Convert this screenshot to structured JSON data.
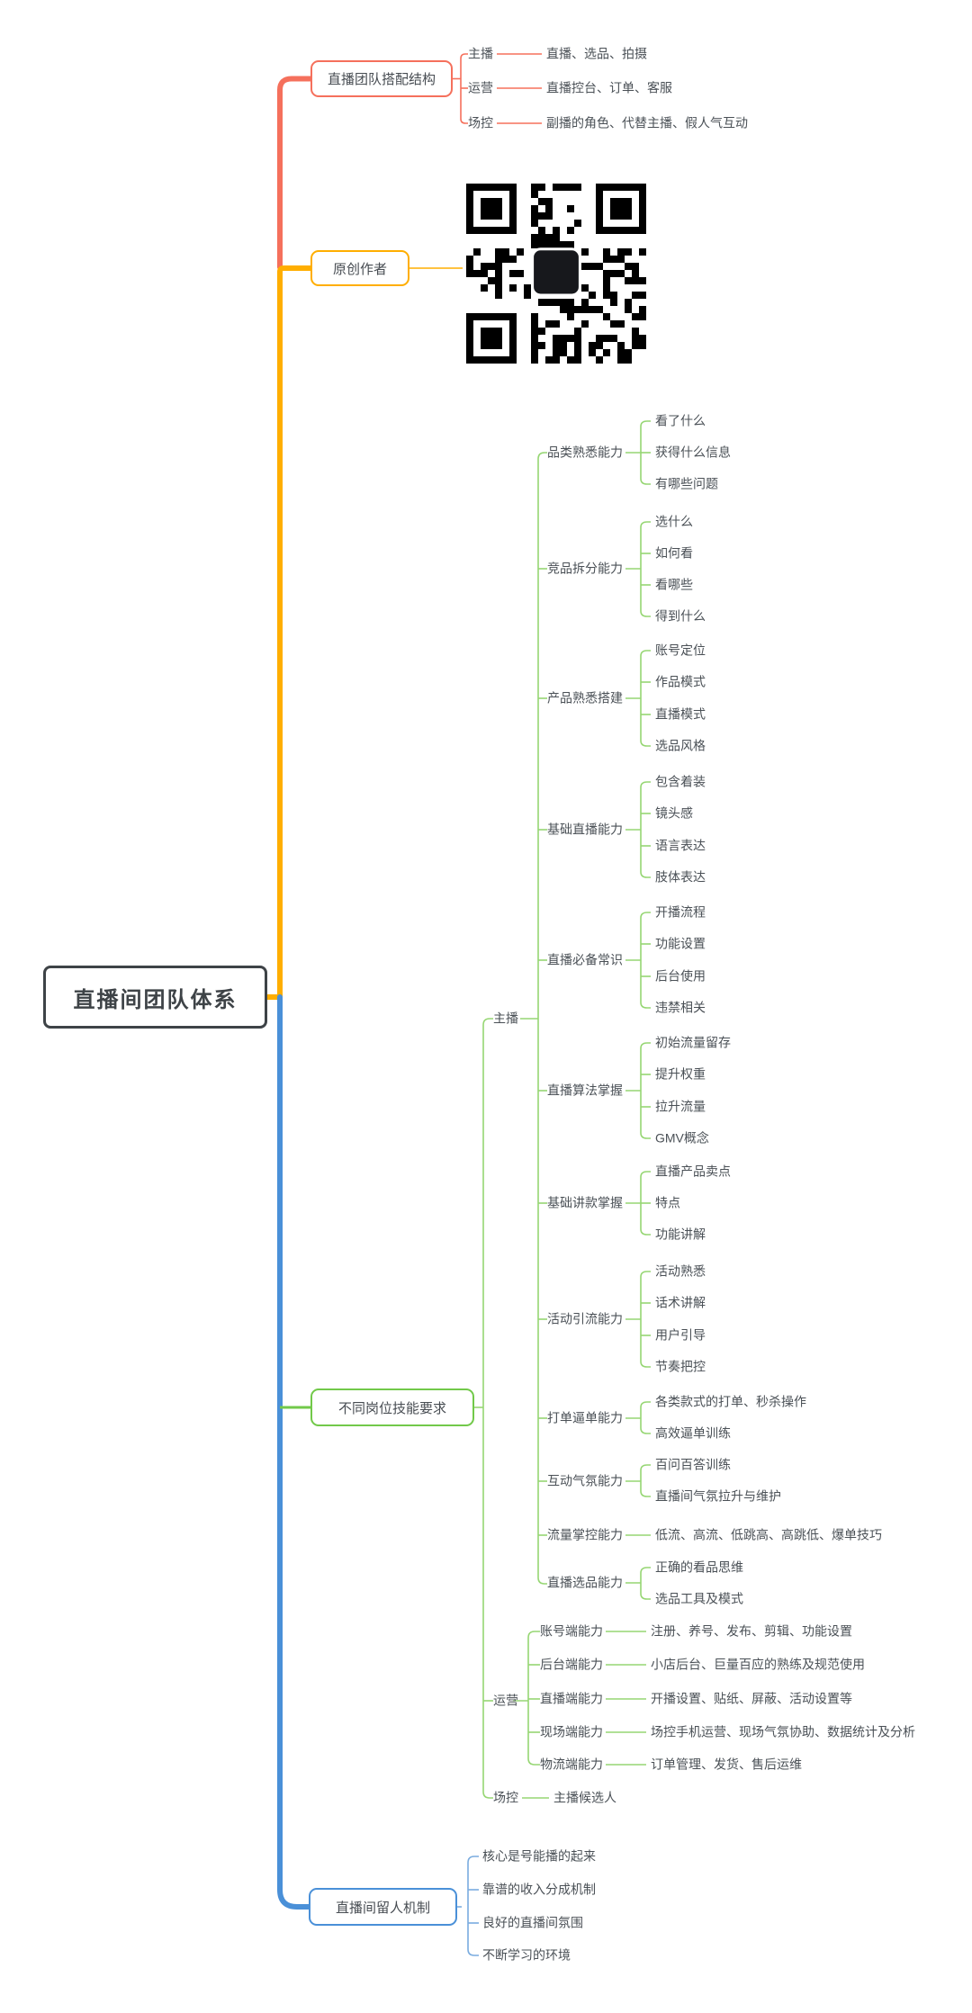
{
  "root": {
    "label": "直播间团队体系"
  },
  "team_structure": {
    "label": "直播团队搭配结构",
    "rows": [
      {
        "role": "主播",
        "desc": "直播、选品、拍摄"
      },
      {
        "role": "运营",
        "desc": "直播控台、订单、客服"
      },
      {
        "role": "场控",
        "desc": "副播的角色、代替主播、假人气互动"
      }
    ]
  },
  "author": {
    "label": "原创作者",
    "qr_image": "qr-code-with-center-avatar"
  },
  "skills": {
    "label": "不同岗位技能要求",
    "anchor": {
      "label": "主播",
      "abilities": [
        {
          "label": "品类熟悉能力",
          "children": [
            "看了什么",
            "获得什么信息",
            "有哪些问题"
          ]
        },
        {
          "label": "竞品拆分能力",
          "children": [
            "选什么",
            "如何看",
            "看哪些",
            "得到什么"
          ]
        },
        {
          "label": "产品熟悉搭建",
          "children": [
            "账号定位",
            "作品模式",
            "直播模式",
            "选品风格"
          ]
        },
        {
          "label": "基础直播能力",
          "children": [
            "包含着装",
            "镜头感",
            "语言表达",
            "肢体表达"
          ]
        },
        {
          "label": "直播必备常识",
          "children": [
            "开播流程",
            "功能设置",
            "后台使用",
            "违禁相关"
          ]
        },
        {
          "label": "直播算法掌握",
          "children": [
            "初始流量留存",
            "提升权重",
            "拉升流量",
            "GMV概念"
          ]
        },
        {
          "label": "基础讲款掌握",
          "children": [
            "直播产品卖点",
            "特点",
            "功能讲解"
          ]
        },
        {
          "label": "活动引流能力",
          "children": [
            "活动熟悉",
            "话术讲解",
            "用户引导",
            "节奏把控"
          ]
        },
        {
          "label": "打单逼单能力",
          "children": [
            "各类款式的打单、秒杀操作",
            "高效逼单训练"
          ]
        },
        {
          "label": "互动气氛能力",
          "children": [
            "百问百答训练",
            "直播间气氛拉升与维护"
          ]
        },
        {
          "label": "流量掌控能力",
          "children": [
            "低流、高流、低跳高、高跳低、爆单技巧"
          ]
        },
        {
          "label": "直播选品能力",
          "children": [
            "正确的看品思维",
            "选品工具及模式"
          ]
        }
      ]
    },
    "operation": {
      "label": "运营",
      "abilities": [
        {
          "label": "账号端能力",
          "desc": "注册、养号、发布、剪辑、功能设置"
        },
        {
          "label": "后台端能力",
          "desc": "小店后台、巨量百应的熟练及规范使用"
        },
        {
          "label": "直播端能力",
          "desc": "开播设置、贴纸、屏蔽、活动设置等"
        },
        {
          "label": "现场端能力",
          "desc": "场控手机运营、现场气氛协助、数据统计及分析"
        },
        {
          "label": "物流端能力",
          "desc": "订单管理、发货、售后运维"
        }
      ]
    },
    "stage_control": {
      "label": "场控",
      "desc": "主播候选人"
    }
  },
  "retention": {
    "label": "直播间留人机制",
    "items": [
      "核心是号能播的起来",
      "靠谱的收入分成机制",
      "良好的直播间氛围",
      "不断学习的环境"
    ]
  },
  "colors": {
    "red": "#F5705C",
    "orange": "#FFAE00",
    "green": "#72C94A",
    "green_line": "#96D673",
    "blue": "#4A90D8",
    "blue_line": "#7AACDF",
    "text": "#4A5056",
    "root_border": "#3E4347"
  }
}
